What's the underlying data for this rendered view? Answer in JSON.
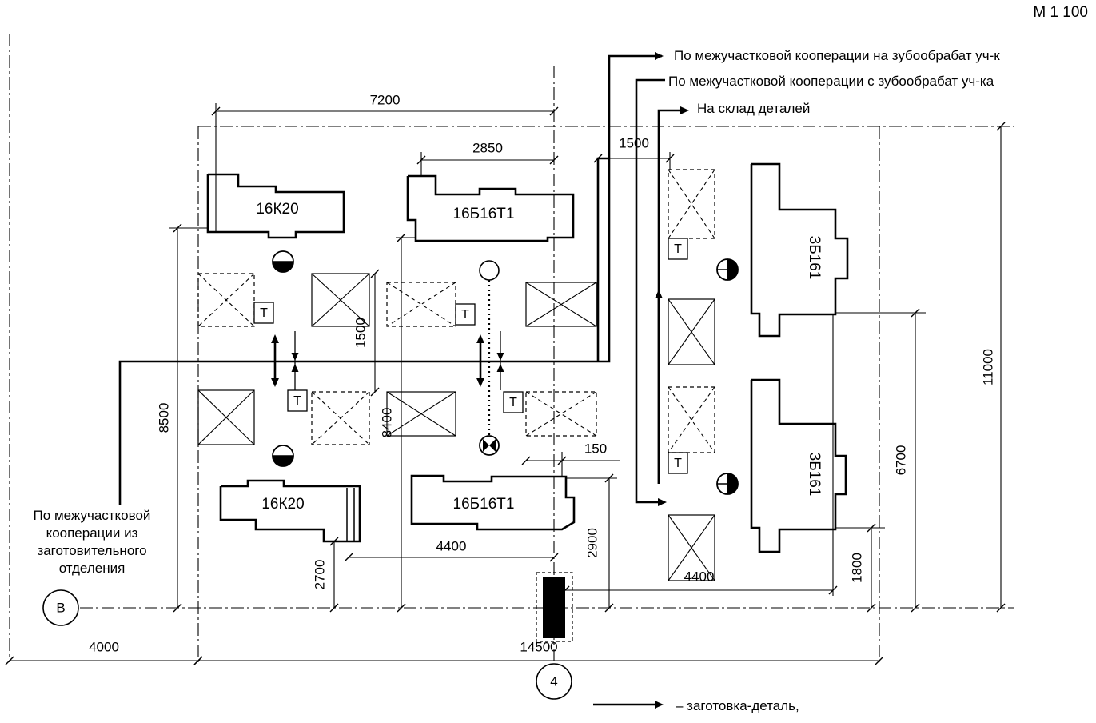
{
  "scale": "М 1 100",
  "flows": {
    "out_to_gear": "По межучастковой кооперации на зубообрабат  уч-к",
    "in_from_gear": "По межучастковой кооперации с зубообрабат  уч-ка",
    "to_warehouse": "На склад деталей",
    "from_blank_dept": "По межучастковой кооперации из заготовительного отделения"
  },
  "legend": {
    "arrow_caption": "– заготовка-деталь,"
  },
  "axes": {
    "row": "В",
    "column": "4"
  },
  "machines": {
    "lathe_top": "16К20",
    "lathe_bottom": "16К20",
    "cnc_top": "16Б16Т1",
    "cnc_bottom": "16Б16Т1",
    "gear_top": "3Б161",
    "gear_bottom": "3Б161"
  },
  "table_mark": "Т",
  "dimensions": {
    "d7200": "7200",
    "d2850": "2850",
    "d1500_top": "1500",
    "d1500_vert": "1500",
    "d150": "150",
    "d4400_bottom": "4400",
    "d4400_right": "4400",
    "d2900": "2900",
    "d2700": "2700",
    "d8400": "8400",
    "d8500": "8500",
    "d6700": "6700",
    "d1800": "1800",
    "d11000": "11000",
    "d4000": "4000",
    "d14500": "14500"
  }
}
